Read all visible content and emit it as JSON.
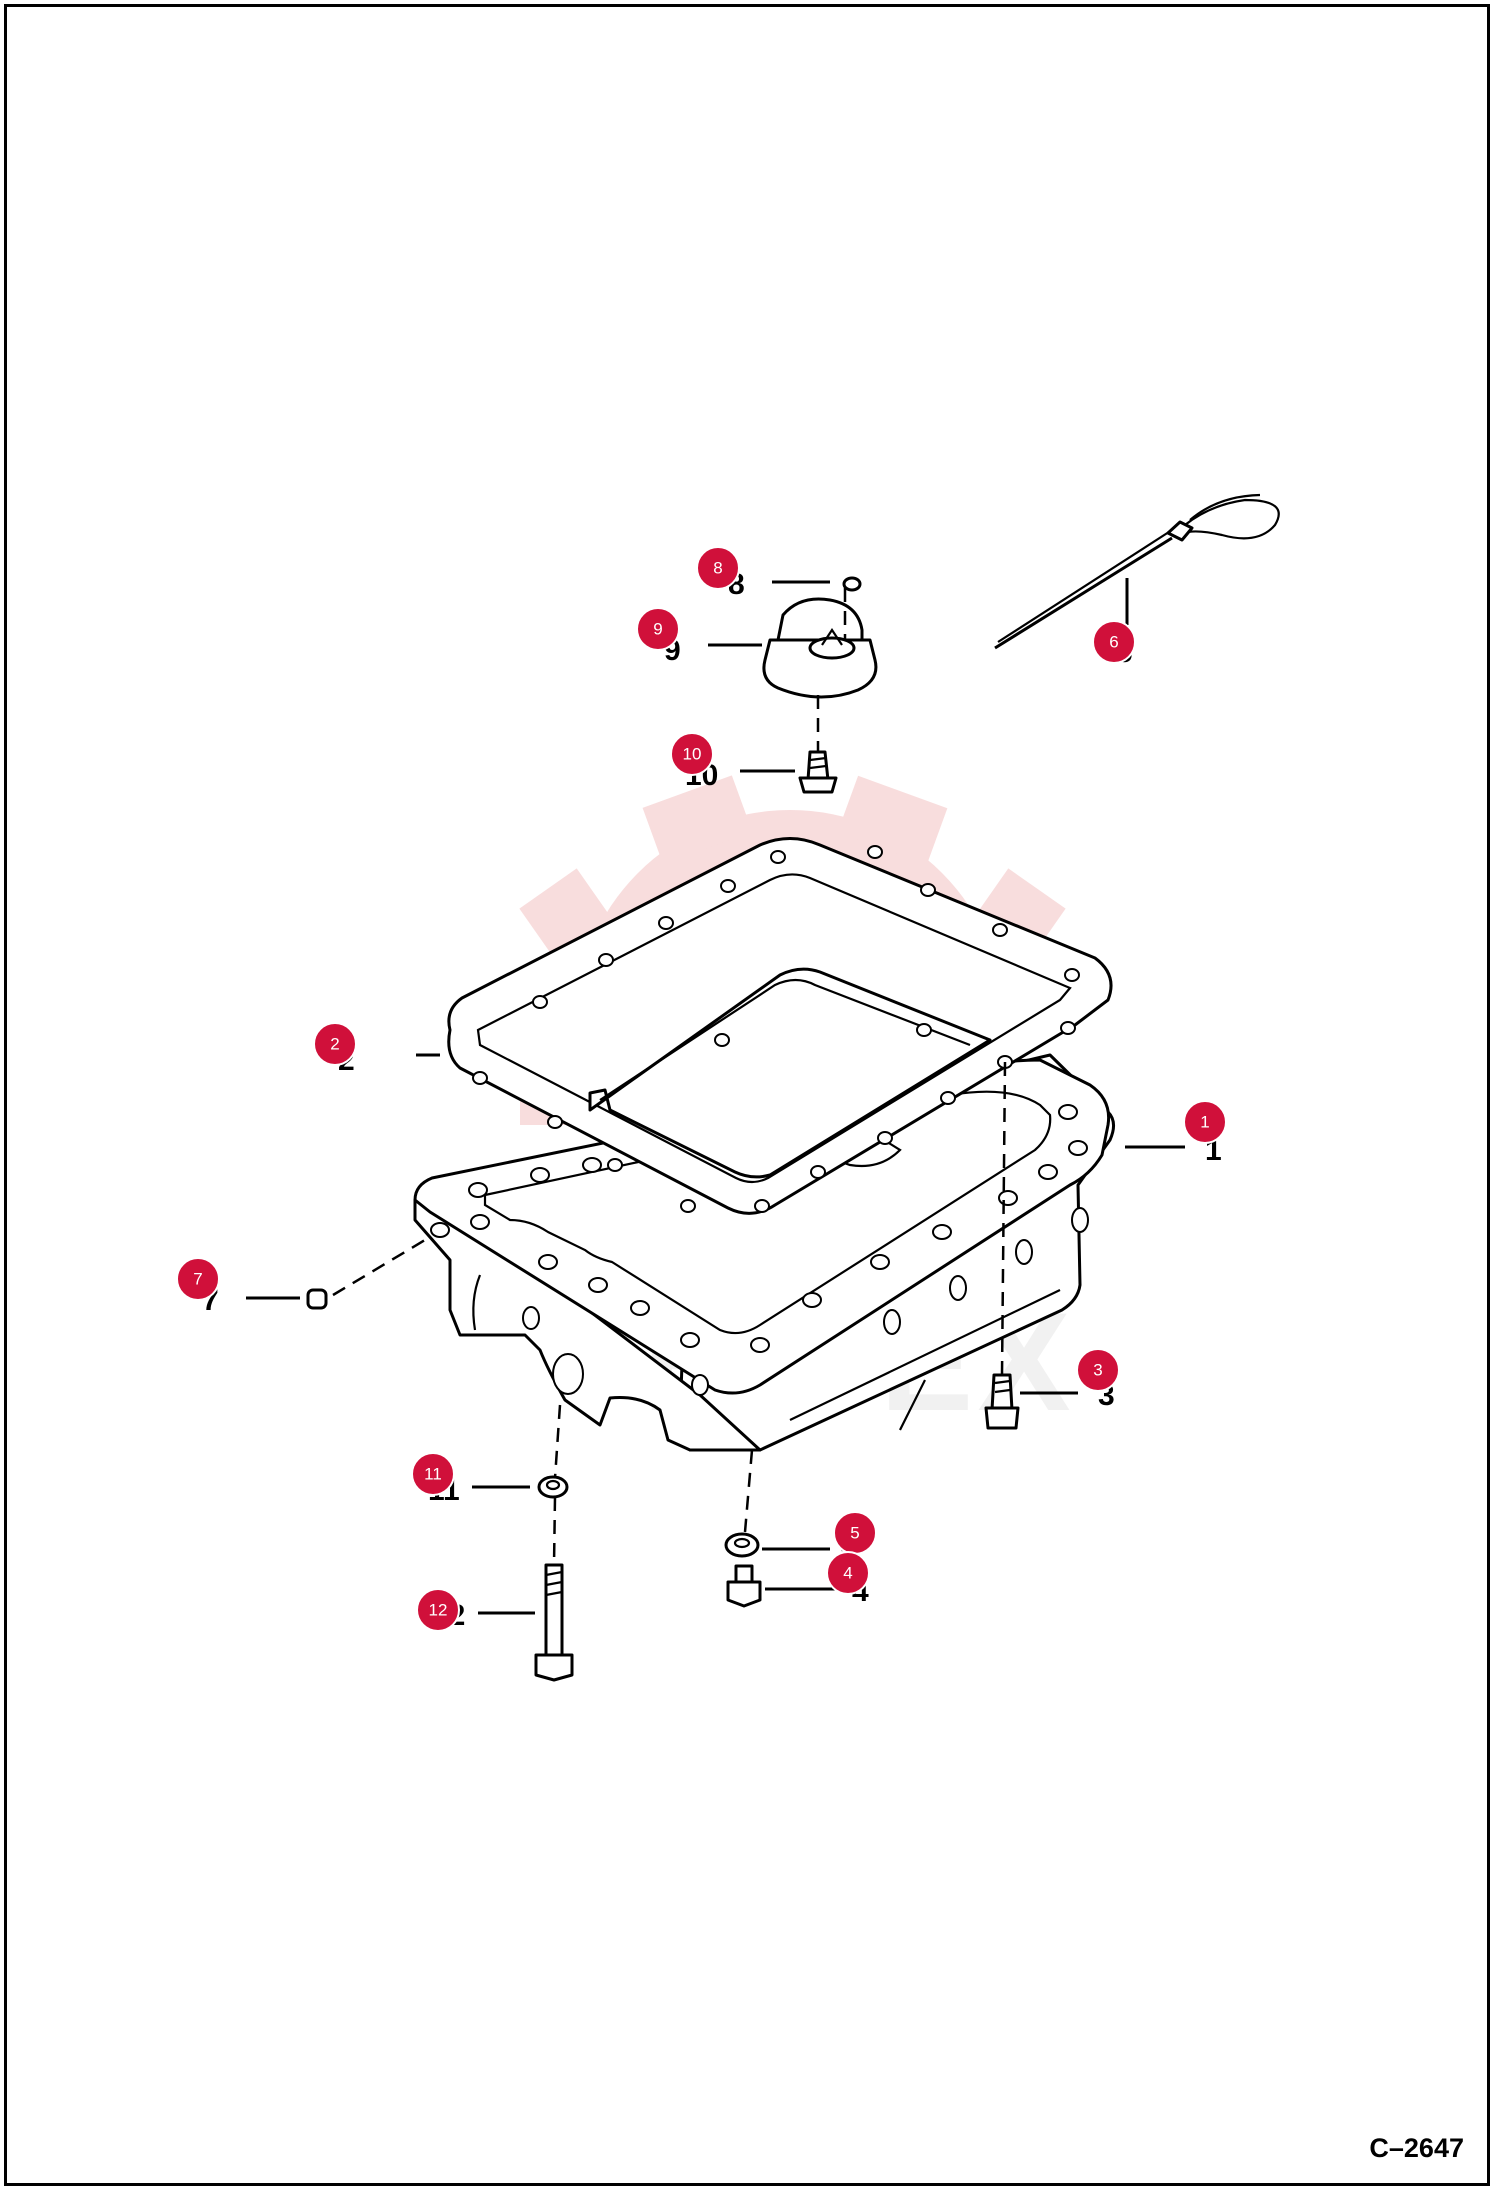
{
  "figure_code": "C–2647",
  "watermark_text": "VHITEX",
  "callouts": [
    {
      "number": "1",
      "label": "1"
    },
    {
      "number": "2",
      "label": "2"
    },
    {
      "number": "3",
      "label": "3"
    },
    {
      "number": "4",
      "label": "4"
    },
    {
      "number": "5",
      "label": "5"
    },
    {
      "number": "6",
      "label": "6"
    },
    {
      "number": "7",
      "label": "7"
    },
    {
      "number": "8",
      "label": "8"
    },
    {
      "number": "9",
      "label": "9"
    },
    {
      "number": "10",
      "label": "10"
    },
    {
      "number": "11",
      "label": "11"
    },
    {
      "number": "12",
      "label": "12"
    }
  ],
  "colors": {
    "callout_badge": "#d0103a",
    "watermark": "#f3c2c2",
    "line": "#000000"
  },
  "icons": {
    "watermark_logo": "gear-logo-icon"
  }
}
